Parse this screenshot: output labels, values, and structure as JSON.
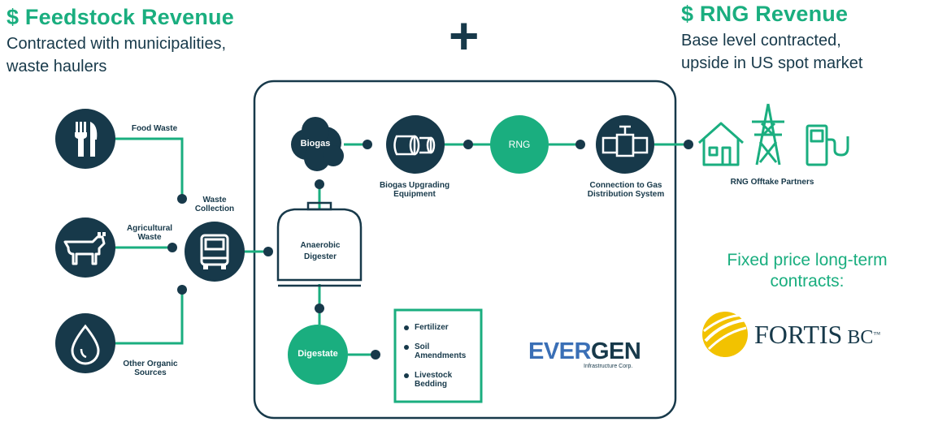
{
  "header": {
    "feedstock_title": "$ Feedstock Revenue",
    "feedstock_sub_1": "Contracted with municipalities,",
    "feedstock_sub_2": "waste haulers",
    "plus": "+",
    "rng_title": "$ RNG Revenue",
    "rng_sub_1": "Base level contracted,",
    "rng_sub_2": "upside in US spot market"
  },
  "inputs": {
    "food_waste": "Food Waste",
    "agricultural_1": "Agricultural",
    "agricultural_2": "Waste",
    "other_1": "Other Organic",
    "other_2": "Sources",
    "collection_1": "Waste",
    "collection_2": "Collection"
  },
  "process": {
    "biogas": "Biogas",
    "upgrading_1": "Biogas Upgrading",
    "upgrading_2": "Equipment",
    "rng": "RNG",
    "connection_1": "Connection to Gas",
    "connection_2": "Distribution System",
    "digester_1": "Anaerobic",
    "digester_2": "Digester",
    "digestate": "Digestate",
    "products": [
      "Fertilizer",
      "Soil",
      "Amendments",
      "Livestock",
      "Bedding"
    ]
  },
  "offtake": {
    "label": "RNG Offtake Partners"
  },
  "contracts": {
    "line_1": "Fixed price long-term",
    "line_2": "contracts:"
  },
  "logos": {
    "evergen_ever": "EVER",
    "evergen_gen": "GEN",
    "evergen_sub": "Infrastructure Corp.",
    "fortis": "FORTIS",
    "fortis_bc": "BC",
    "fortis_tm": "™"
  },
  "colors": {
    "navy": "#17394a",
    "green": "#1aae7f",
    "evergen_blue": "#3a6fb6"
  }
}
